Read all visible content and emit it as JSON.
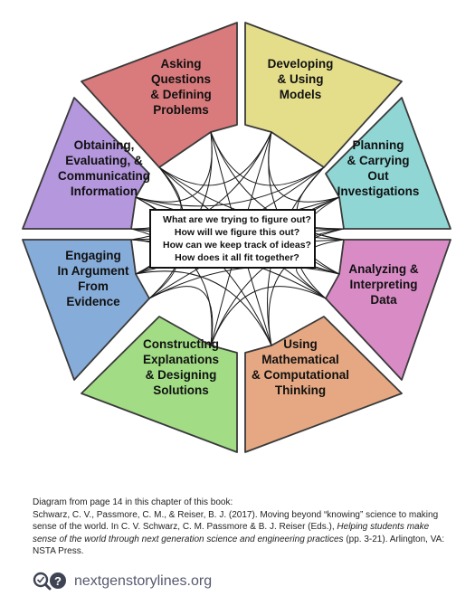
{
  "segments": [
    {
      "id": "asking",
      "lines": [
        "Asking",
        "Questions",
        "& Defining",
        "Problems"
      ],
      "color": "#d97a7c"
    },
    {
      "id": "developing",
      "lines": [
        "Developing",
        "& Using",
        "Models"
      ],
      "color": "#e4de8b"
    },
    {
      "id": "planning",
      "lines": [
        "Planning",
        "& Carrying",
        "Out",
        "Investigations"
      ],
      "color": "#8fd6d4"
    },
    {
      "id": "analyzing",
      "lines": [
        "Analyzing &",
        "Interpreting",
        "Data"
      ],
      "color": "#d98bc6"
    },
    {
      "id": "math",
      "lines": [
        "Using",
        "Mathematical",
        "& Computational",
        "Thinking"
      ],
      "color": "#e5a882"
    },
    {
      "id": "constructing",
      "lines": [
        "Constructing",
        "Explanations",
        "& Designing",
        "Solutions"
      ],
      "color": "#a2dd86"
    },
    {
      "id": "argument",
      "lines": [
        "Engaging",
        "In Argument",
        "From",
        "Evidence"
      ],
      "color": "#86acd9"
    },
    {
      "id": "obtaining",
      "lines": [
        "Obtaining,",
        "Evaluating, &",
        "Communicating",
        "Information"
      ],
      "color": "#b497dd"
    }
  ],
  "center": {
    "questions": [
      "What are we trying to figure out?",
      "How will we figure this out?",
      "How can we keep track of ideas?",
      "How does it all fit together?"
    ]
  },
  "citation": {
    "line1": "Diagram from page 14 in this chapter of this book:",
    "line2_pre": "Schwarz, C. V., Passmore, C. M., & Reiser, B. J. (2017). Moving beyond “knowing” science to making sense of the world. In C. V. Schwarz, C. M. Passmore & B. J. Reiser (Eds.), ",
    "line2_title": "Helping students make sense of the world through next generation science and engineering practices",
    "line2_post": " (pp. 3-21). Arlington, VA: NSTA Press."
  },
  "footer": {
    "url": "nextgenstorylines.org",
    "logo_icons": [
      "magnifier-icon",
      "question-bubble-icon"
    ]
  }
}
